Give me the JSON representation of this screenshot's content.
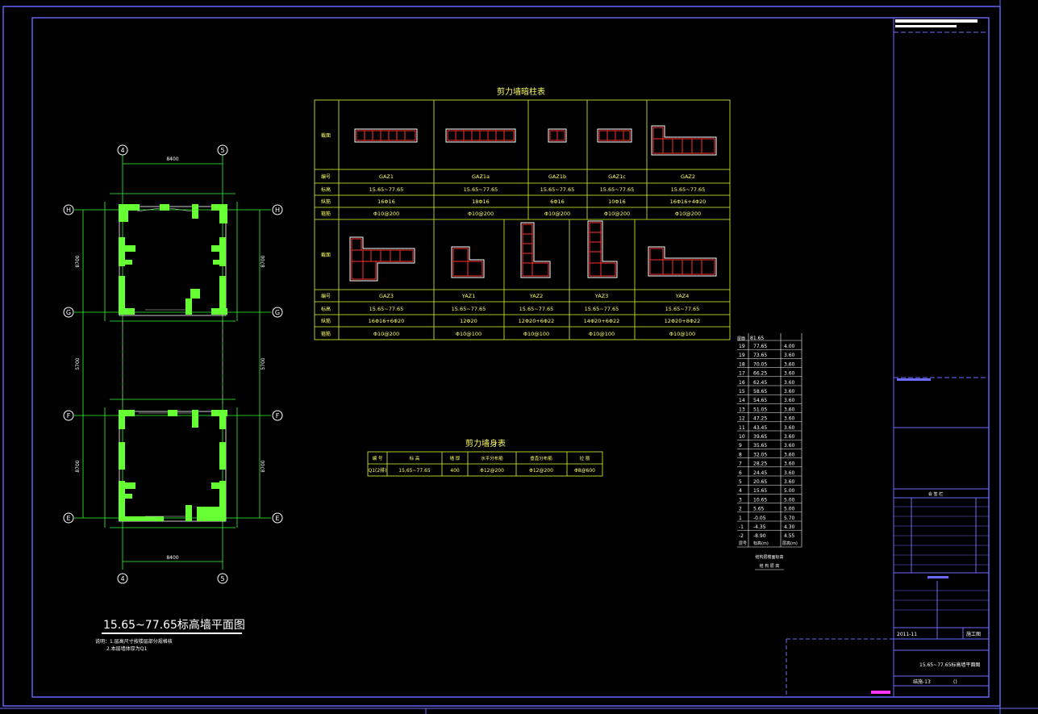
{
  "colors": {
    "background": "#000000",
    "frame": "#6a6aff",
    "table": "#d9ff33",
    "wall": "#66ff33",
    "axis": "#33ff33",
    "rebar": "#ff3030",
    "text": "#ffffff"
  },
  "axes": {
    "v_left": "4",
    "v_right": "5",
    "h": [
      "H",
      "G",
      "F",
      "E"
    ]
  },
  "plan": {
    "title": "15.65~77.65标高墙平面图",
    "dim_top": "8400",
    "dim_bottom": "8400",
    "dim_side_top": "8700",
    "dim_side_mid": "5700",
    "dim_side_bottom": "8700",
    "notes": [
      "说明：1.层高尺寸按楼层部分规格核",
      "2.本层墙体厚为Q1"
    ]
  },
  "column_table": {
    "title": "剪力墙暗柱表",
    "row_labels": [
      "截面",
      "编号",
      "标高",
      "纵筋",
      "箍筋"
    ],
    "top": [
      {
        "id": "GAZ1",
        "elev": "15.65~77.65",
        "long": "16Φ16",
        "stir": "Φ10@200"
      },
      {
        "id": "GAZ1a",
        "elev": "15.65~77.65",
        "long": "18Φ16",
        "stir": "Φ10@200"
      },
      {
        "id": "GAZ1b",
        "elev": "15.65~77.65",
        "long": "6Φ16",
        "stir": "Φ10@200"
      },
      {
        "id": "GAZ1c",
        "elev": "15.65~77.65",
        "long": "10Φ16",
        "stir": "Φ10@200"
      },
      {
        "id": "GAZ2",
        "elev": "15.65~77.65",
        "long": "16Φ16+4Φ20",
        "stir": "Φ10@200"
      }
    ],
    "bottom": [
      {
        "id": "GAZ3",
        "elev": "15.65~77.65",
        "long": "16Φ16+6Φ20",
        "stir": "Φ10@200"
      },
      {
        "id": "YAZ1",
        "elev": "15.65~77.65",
        "long": "12Φ20",
        "stir": "Φ10@100"
      },
      {
        "id": "YAZ2",
        "elev": "15.65~77.65",
        "long": "12Φ20+6Φ22",
        "stir": "Φ10@100"
      },
      {
        "id": "YAZ3",
        "elev": "15.65~77.65",
        "long": "14Φ20+6Φ22",
        "stir": "Φ10@100"
      },
      {
        "id": "YAZ4",
        "elev": "15.65~77.65",
        "long": "12Φ20+8Φ22",
        "stir": "Φ10@100"
      }
    ]
  },
  "wall_table": {
    "title": "剪力墙身表",
    "headers": [
      "编 号",
      "标 高",
      "墙 厚",
      "水平分布筋",
      "垂直分布筋",
      "拉 筋"
    ],
    "row": [
      "Q1(2排)",
      "15.65~77.65",
      "400",
      "Φ12@200",
      "Φ12@200",
      "Φ8@600"
    ]
  },
  "level_table": {
    "top": "81.65",
    "roof": "屋面",
    "rows": [
      [
        "19",
        "77.65",
        "4.00"
      ],
      [
        "19",
        "73.65",
        "3.60"
      ],
      [
        "18",
        "70.05",
        "3.60"
      ],
      [
        "17",
        "66.25",
        "3.60"
      ],
      [
        "16",
        "62.45",
        "3.60"
      ],
      [
        "15",
        "58.65",
        "3.60"
      ],
      [
        "14",
        "54.65",
        "3.60"
      ],
      [
        "13",
        "51.05",
        "3.60"
      ],
      [
        "12",
        "47.25",
        "3.60"
      ],
      [
        "11",
        "43.45",
        "3.60"
      ],
      [
        "10",
        "39.65",
        "3.60"
      ],
      [
        "9",
        "35.65",
        "3.60"
      ],
      [
        "8",
        "32.05",
        "3.60"
      ],
      [
        "7",
        "28.25",
        "3.60"
      ],
      [
        "6",
        "24.45",
        "3.60"
      ],
      [
        "5",
        "20.65",
        "3.60"
      ],
      [
        "4",
        "15.65",
        "5.00"
      ],
      [
        "3",
        "10.65",
        "5.00"
      ],
      [
        "2",
        "5.65",
        "5.00"
      ],
      [
        "1",
        "-0.05",
        "5.70"
      ],
      [
        "-1",
        "-4.35",
        "4.30"
      ],
      [
        "-2",
        "-8.90",
        "4.55"
      ]
    ],
    "footer": [
      "层号",
      "标高(m)",
      "层高(m)"
    ],
    "caption1": "结构层楼面标高",
    "caption2": "结 构 层 高"
  },
  "title_block": {
    "header": "会 签 栏",
    "date": "2011-11",
    "stage": "施工图",
    "drawing": "15.65~77.65标高墙平面图",
    "number": "结施-13",
    "rev": "()"
  }
}
